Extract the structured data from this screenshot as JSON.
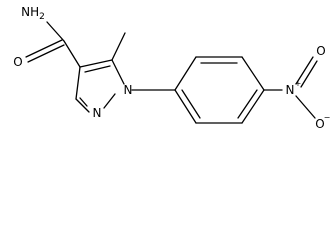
{
  "molecule": {
    "atoms": {
      "amide_N": {
        "symbol": "NH",
        "subscript": "2"
      },
      "amide_O": {
        "symbol": "O"
      },
      "ring_N1": {
        "symbol": "N"
      },
      "ring_N2": {
        "symbol": "N"
      },
      "nitro_N": {
        "symbol": "N",
        "charge": "+"
      },
      "nitro_O_top": {
        "symbol": "O"
      },
      "nitro_O_bottom": {
        "symbol": "O",
        "charge": "−"
      }
    }
  }
}
